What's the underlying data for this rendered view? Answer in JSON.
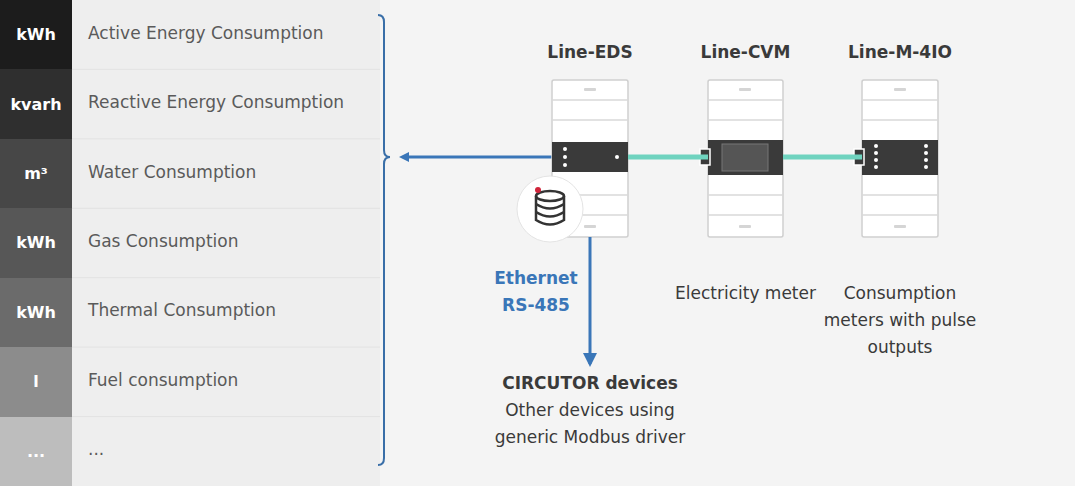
{
  "diagram": {
    "nodes": [
      {
        "text": [
          "kWh"
        ]
      },
      {
        "text": [
          "kvarh"
        ]
      },
      {
        "text": [
          "m³"
        ]
      },
      {
        "text": [
          "kWh"
        ]
      },
      {
        "text": [
          "kWh"
        ]
      },
      {
        "text": [
          "l"
        ]
      },
      {
        "text": [
          "..."
        ]
      },
      {
        "text": [
          "Line-EDS"
        ]
      },
      {
        "text": [
          "Line-CVM",
          "Electricity meter"
        ]
      },
      {
        "text": [
          "Line-M-4IO",
          "Consumption meters with pulse outputs"
        ]
      },
      {
        "text": [
          "CIRCUTOR devices",
          "Other devices using generic Modbus driver"
        ]
      }
    ],
    "edges": [
      {
        "from": 7,
        "to": 8,
        "arrow": "none"
      },
      {
        "from": 8,
        "to": 9,
        "arrow": "none"
      },
      {
        "from": 7,
        "to": 10,
        "arrow": "to",
        "label": "Ethernet RS-485"
      }
    ],
    "labels": [
      "Active Energy Consumption",
      "Reactive Energy Consumption",
      "Water Consumption",
      "Gas Consumption",
      "Thermal Consumption",
      "Fuel consumption",
      "..."
    ]
  }
}
